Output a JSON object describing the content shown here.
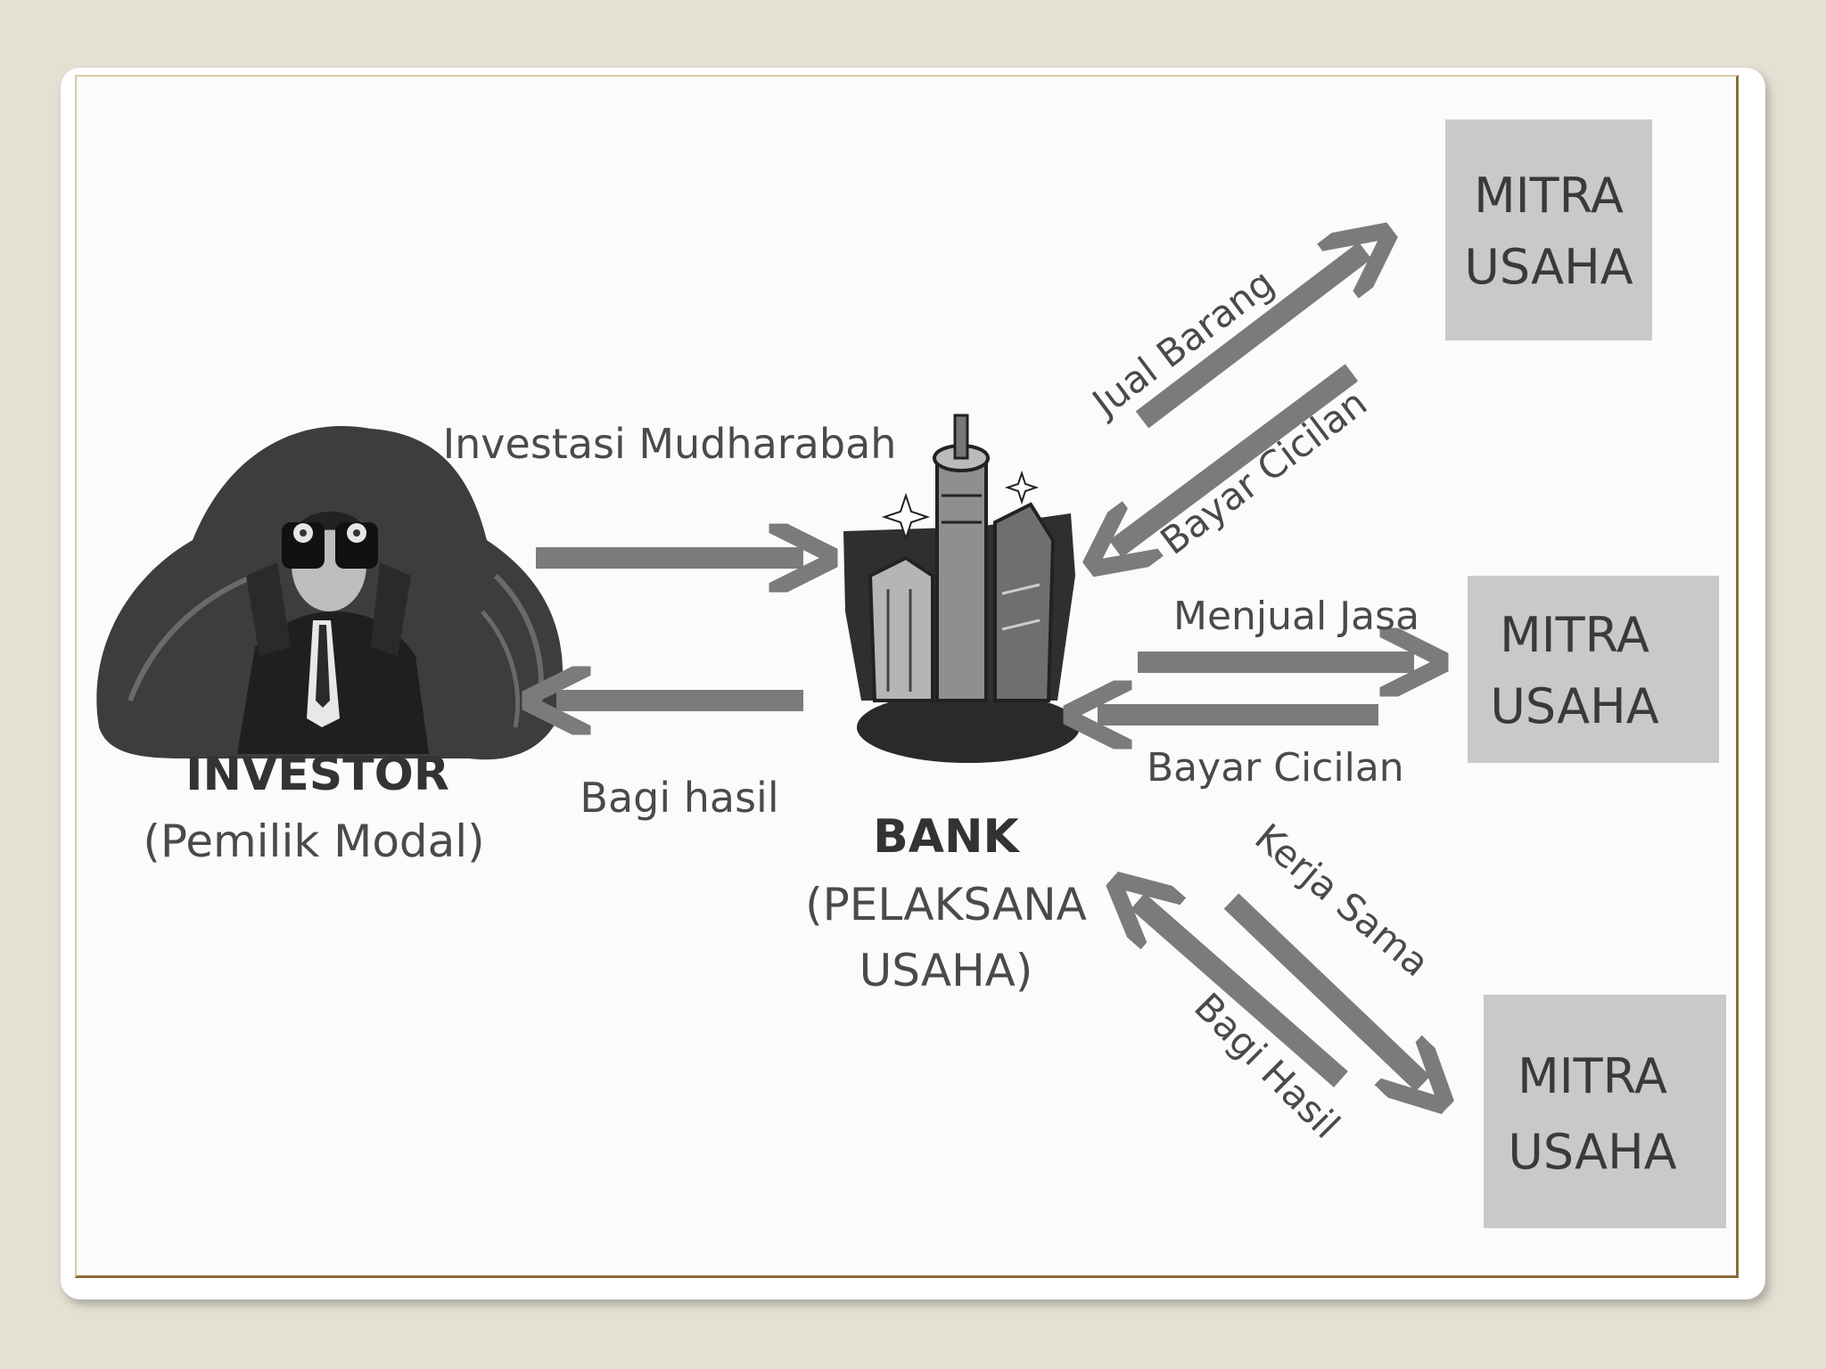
{
  "investor": {
    "title": "INVESTOR",
    "subtitle": "(Pemilik Modal)"
  },
  "bank": {
    "title": "BANK",
    "subtitle_line1": "(PELAKSANA",
    "subtitle_line2": "USAHA)"
  },
  "flows": {
    "investasi": "Investasi Mudharabah",
    "bagi_hasil_investor": "Bagi hasil",
    "jual_barang": "Jual Barang",
    "bayar_cicilan_1": "Bayar Cicilan",
    "menjual_jasa": "Menjual Jasa",
    "bayar_cicilan_2": "Bayar Cicilan",
    "kerja_sama": "Kerja Sama",
    "bagi_hasil_mitra": "Bagi Hasil"
  },
  "partners": [
    {
      "line1": "MITRA",
      "line2": "USAHA"
    },
    {
      "line1": "MITRA",
      "line2": "USAHA"
    },
    {
      "line1": "MITRA",
      "line2": "USAHA"
    }
  ],
  "colors": {
    "arrow": "#7b7b7b",
    "partner_box": "#c9c9c9",
    "text": "#4a4a4a"
  }
}
